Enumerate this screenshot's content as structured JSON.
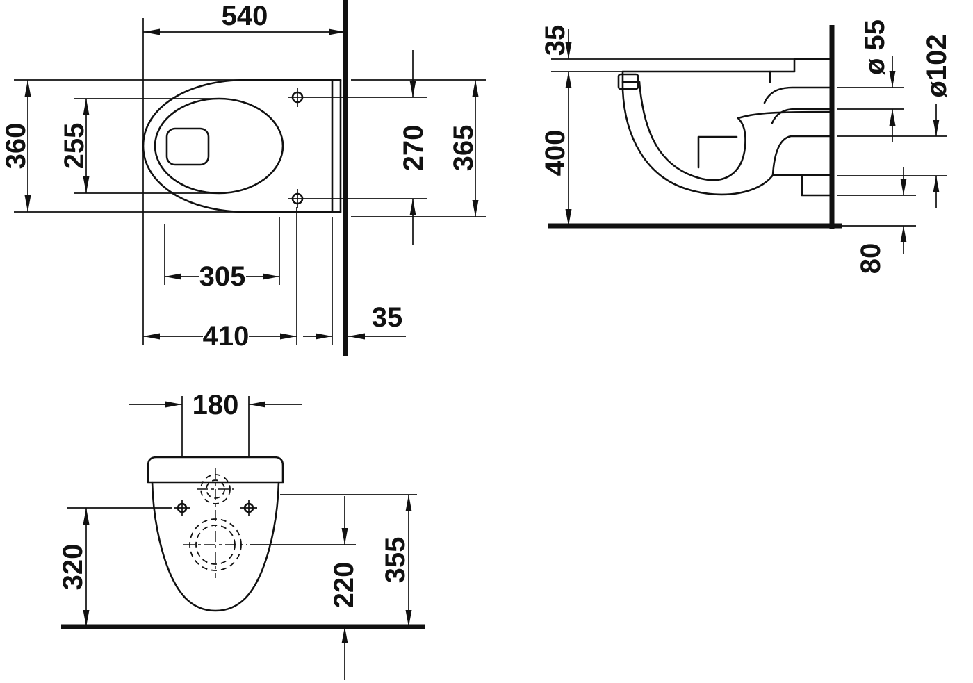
{
  "drawing": {
    "background": "#ffffff",
    "line_color": "#111111",
    "views": {
      "top": {
        "dims": {
          "overall_depth": "540",
          "overall_width": "360",
          "bowl_inner_width": "255",
          "fixing_hole_spacing_v": "270",
          "rear_width": "365",
          "bowl_inner_length": "305",
          "fixing_hole_distance": "410",
          "wall_clearance": "35"
        }
      },
      "side": {
        "dims": {
          "top_offset": "35",
          "rim_height": "400",
          "inlet_diameter": "ø 55",
          "outlet_diameter": "ø102",
          "outlet_bottom_height": "80"
        }
      },
      "front": {
        "dims": {
          "fixing_hole_spacing_h": "180",
          "fixing_hole_height": "320",
          "outlet_center_height": "220",
          "side_height": "355"
        }
      }
    }
  }
}
